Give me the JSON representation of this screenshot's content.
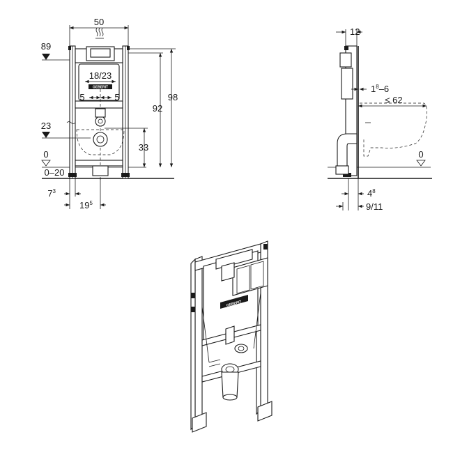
{
  "front_view": {
    "width_label": "50",
    "top_height_label": "89",
    "button_plate_label": "18/23",
    "spacing_left_label": "5",
    "spacing_right_label": "5",
    "frame_height_label": "98",
    "inner_height_label": "92",
    "drain_level_label": "23",
    "outlet_height_label": "33",
    "floor_label": "0",
    "floor_range_label": "0–20",
    "foot_offset_base": "7",
    "foot_offset_sup": "3",
    "pipe_offset_base": "19",
    "pipe_offset_sup": "5",
    "brand_text": "GEBERIT"
  },
  "side_view": {
    "depth_label": "12",
    "wall_gap_base": "1",
    "wall_gap_sup": "8",
    "wall_gap_suffix": "–6",
    "bowl_length_label": "≤ 62",
    "floor_label": "0",
    "offset_base": "4",
    "offset_sup": "8",
    "outlet_depth_label": "9/11"
  },
  "iso_view": {
    "brand_text": "GEBERIT"
  },
  "icons": [
    "water-supply-icon",
    "level-triangle-icon",
    "flush-plate-icon",
    "drain-elbow-icon"
  ]
}
